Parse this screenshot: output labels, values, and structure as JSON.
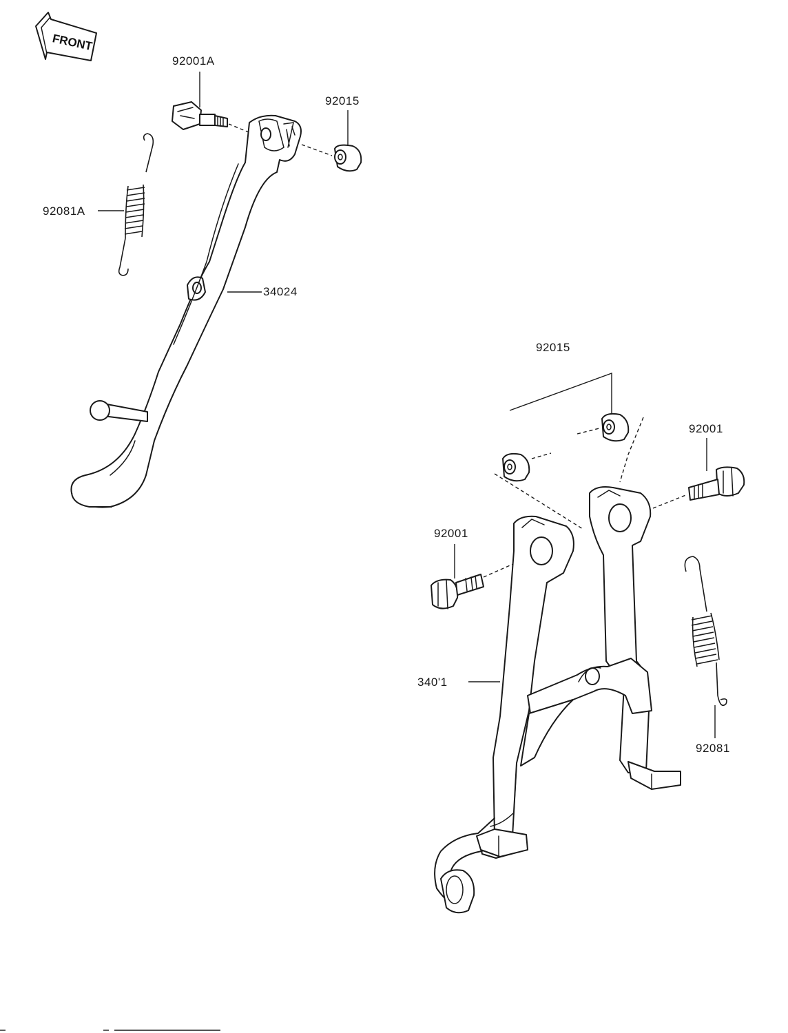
{
  "front_badge": {
    "text": "FRONT"
  },
  "side_stand_group": {
    "bolt_label": "92001A",
    "collar_label": "92015",
    "spring_label": "92081A",
    "stand_label": "34024"
  },
  "center_stand_group": {
    "collar_label": "92015",
    "bolt_right_label": "92001",
    "bolt_left_label": "92001",
    "stand_label": "340'1",
    "spring_label": "92081"
  }
}
